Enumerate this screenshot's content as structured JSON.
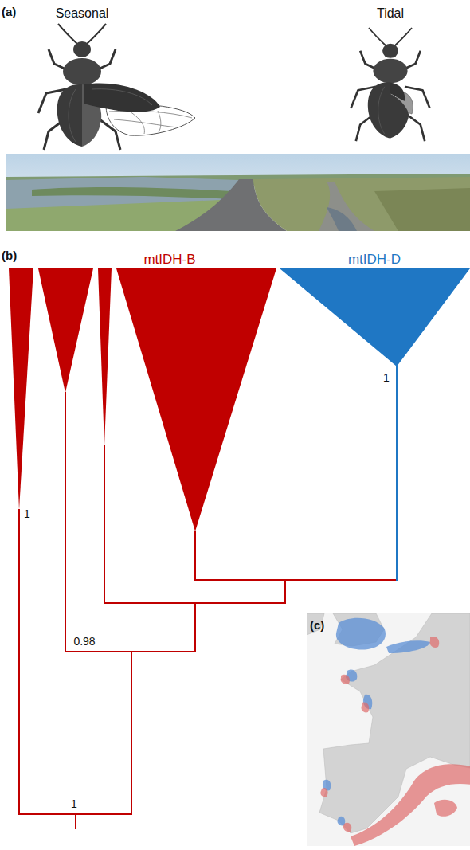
{
  "diagram": {
    "labels": [
      "(a)",
      "Seasonal",
      "Tidal",
      "(b)",
      "mtIDH-B",
      "mtIDH-D",
      "1",
      "1",
      "0.98",
      "1",
      "(c)"
    ]
  }
}
